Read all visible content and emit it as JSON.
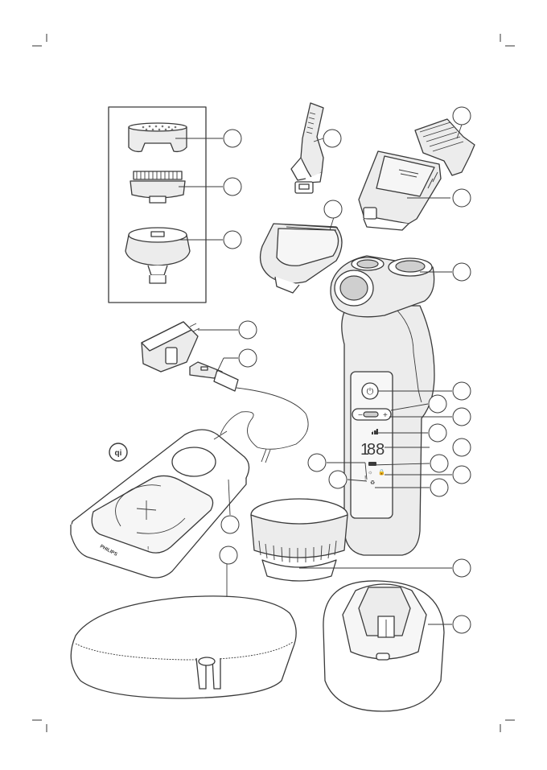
{
  "figure": {
    "brand_text": "PHILIPS",
    "charger_warning_mark": "!",
    "wireless_icon_glyph": "qi",
    "display_digits": "88",
    "minus_label": "−",
    "plus_label": "+"
  },
  "callouts": [
    {
      "part": "cleansing-brush-cap"
    },
    {
      "part": "cleansing-brush-head"
    },
    {
      "part": "cleansing-brush-adapter"
    },
    {
      "part": "precision-trimmer"
    },
    {
      "part": "beard-comb"
    },
    {
      "part": "beard-styler"
    },
    {
      "part": "nose-trimmer"
    },
    {
      "part": "shaving-heads"
    },
    {
      "part": "power-adapter"
    },
    {
      "part": "usb-cable"
    },
    {
      "part": "on-off-button"
    },
    {
      "part": "speed-setting-indicator"
    },
    {
      "part": "speed-setting-buttons"
    },
    {
      "part": "battery-indicator"
    },
    {
      "part": "display-minutes"
    },
    {
      "part": "cleaning-reminder"
    },
    {
      "part": "travel-lock"
    },
    {
      "part": "battery-warning"
    },
    {
      "part": "replacement-reminder"
    },
    {
      "part": "wireless-charging-pad"
    },
    {
      "part": "travel-case"
    },
    {
      "part": "protection-cap"
    },
    {
      "part": "cleaning-station"
    }
  ]
}
